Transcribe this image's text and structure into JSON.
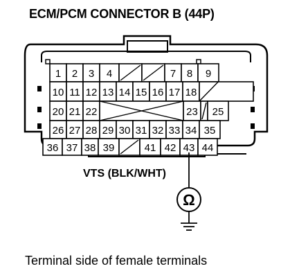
{
  "title": "ECM/PCM CONNECTOR B (44P)",
  "wire_label": "VTS (BLK/WHT)",
  "meter_symbol": "Ω",
  "caption": "Terminal side of female terminals",
  "connector": {
    "rows": [
      [
        {
          "label": "1"
        },
        {
          "label": "2"
        },
        {
          "label": "3"
        },
        {
          "label": "4"
        },
        {
          "label": ""
        },
        {
          "label": ""
        },
        {
          "label": "7"
        },
        {
          "label": "8"
        },
        {
          "label": "9"
        }
      ],
      [
        {
          "label": "10"
        },
        {
          "label": "11"
        },
        {
          "label": "12"
        },
        {
          "label": "13"
        },
        {
          "label": "14"
        },
        {
          "label": "15"
        },
        {
          "label": "16"
        },
        {
          "label": "17"
        },
        {
          "label": "18"
        },
        {
          "label": ""
        }
      ],
      [
        {
          "label": "20"
        },
        {
          "label": "21"
        },
        {
          "label": "22"
        },
        {
          "label": ""
        },
        {
          "label": "23"
        },
        {
          "label": ""
        },
        {
          "label": "25"
        }
      ],
      [
        {
          "label": "26"
        },
        {
          "label": "27"
        },
        {
          "label": "28"
        },
        {
          "label": "29"
        },
        {
          "label": "30"
        },
        {
          "label": "31"
        },
        {
          "label": "32"
        },
        {
          "label": "33"
        },
        {
          "label": "34"
        },
        {
          "label": "35"
        }
      ],
      [
        {
          "label": "36"
        },
        {
          "label": "37"
        },
        {
          "label": "38"
        },
        {
          "label": "39"
        },
        {
          "label": ""
        },
        {
          "label": "41"
        },
        {
          "label": "42"
        },
        {
          "label": "43"
        },
        {
          "label": "44"
        }
      ]
    ],
    "probed_terminal": "43"
  }
}
